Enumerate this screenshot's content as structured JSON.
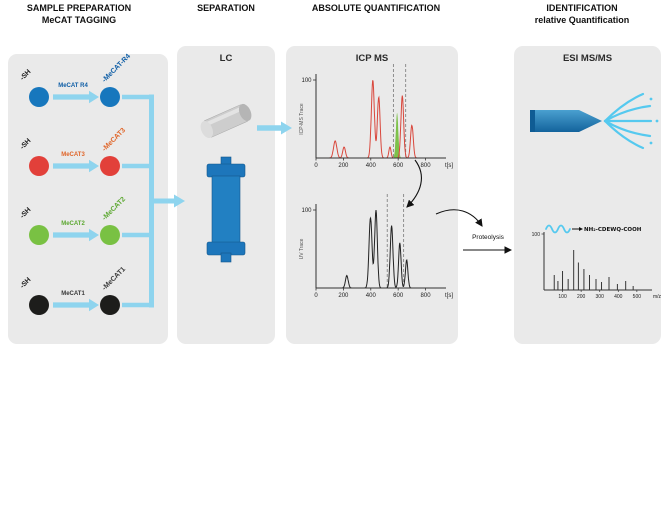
{
  "headers": {
    "sample_preparation": [
      "SAMPLE PREPARATION",
      "MeCAT TAGGING"
    ],
    "separation": "SEPARATION",
    "absolute_quantification": "ABSOLUTE QUANTIFICATION",
    "identification": [
      "IDENTIFICATION",
      "relative Quantification"
    ]
  },
  "panels": {
    "separation_title": "LC",
    "quantification_title": "ICP MS",
    "identification_title": "ESI MS/MS"
  },
  "tagging_rows": [
    {
      "sh_label": "-SH",
      "tag_label": "MeCAT R4",
      "product_label": "-MeCAT-R4",
      "circle_color": "#1777bd",
      "label_color": "#0f5ea6"
    },
    {
      "sh_label": "-SH",
      "tag_label": "MeCAT3",
      "product_label": "-MeCAT3",
      "circle_color": "#e2403a",
      "label_color": "#e0662a"
    },
    {
      "sh_label": "-SH",
      "tag_label": "MeCAT2",
      "product_label": "-MeCAT2",
      "circle_color": "#79c143",
      "label_color": "#5da832"
    },
    {
      "sh_label": "-SH",
      "tag_label": "MeCAT1",
      "product_label": "-MeCAT1",
      "circle_color": "#1d1d1b",
      "label_color": "#3a3a3a"
    }
  ],
  "quantification": {
    "proteolysis_label": "Proteolysis"
  },
  "identification": {
    "peptide_label": "NH₂-CDEWQ-COOH"
  },
  "colors": {
    "accent_cyan": "#8ed4ee",
    "spray_cyan": "#55c9ef",
    "panel_gray": "#eaeaea",
    "column_blue": "#1d76bb",
    "trace_red": "#d9473c",
    "peak_green": "#7ec14b"
  },
  "chart_data": [
    {
      "type": "line",
      "title": "ICP-MS chromatogram",
      "ylabel": "ICP-MS Trace",
      "ymax_label": "100",
      "xlabel": "t[s]",
      "x_ticks": [
        0,
        200,
        400,
        600,
        800
      ],
      "x_domain": [
        0,
        920
      ],
      "y_domain": [
        0,
        100
      ],
      "grid": false,
      "dashed_lines_x": [
        565,
        655
      ],
      "series": [
        {
          "name": "ICP-MS signal",
          "color": "#d9473c",
          "peaks": [
            [
              140,
              22,
              12
            ],
            [
              205,
              14,
              10
            ],
            [
              415,
              100,
              11
            ],
            [
              458,
              78,
              10
            ],
            [
              540,
              14,
              8
            ],
            [
              630,
              80,
              10
            ],
            [
              700,
              42,
              10
            ]
          ]
        }
      ],
      "filled_peaks": [
        {
          "name": "quantified species peak",
          "color": "#7ec14b",
          "peak": [
            592,
            58,
            9
          ]
        }
      ]
    },
    {
      "type": "line",
      "title": "UV chromatogram",
      "ylabel": "UV Trace",
      "ymax_label": "100",
      "xlabel": "t[s]",
      "x_ticks": [
        0,
        200,
        400,
        600,
        800
      ],
      "x_domain": [
        0,
        920
      ],
      "y_domain": [
        0,
        100
      ],
      "grid": false,
      "dashed_lines_x": [
        520,
        640
      ],
      "series": [
        {
          "name": "UV signal",
          "color": "#222222",
          "peaks": [
            [
              225,
              16,
              10
            ],
            [
              398,
              90,
              11
            ],
            [
              438,
              100,
              10
            ],
            [
              552,
              80,
              10
            ],
            [
              612,
              58,
              9
            ],
            [
              662,
              36,
              9
            ]
          ]
        }
      ],
      "filled_peaks": []
    },
    {
      "type": "stick",
      "title": "ESI MS/MS spectrum",
      "ymax_label": "100",
      "xlabel": "m/z",
      "x_ticks": [
        100,
        200,
        300,
        400,
        500
      ],
      "x_domain": [
        0,
        560
      ],
      "y_domain": [
        0,
        100
      ],
      "color": "#222222",
      "sticks": [
        [
          55,
          30
        ],
        [
          75,
          18
        ],
        [
          100,
          38
        ],
        [
          130,
          22
        ],
        [
          160,
          80
        ],
        [
          185,
          55
        ],
        [
          215,
          42
        ],
        [
          245,
          30
        ],
        [
          280,
          22
        ],
        [
          310,
          16
        ],
        [
          350,
          26
        ],
        [
          395,
          12
        ],
        [
          440,
          18
        ],
        [
          480,
          8
        ]
      ]
    }
  ]
}
